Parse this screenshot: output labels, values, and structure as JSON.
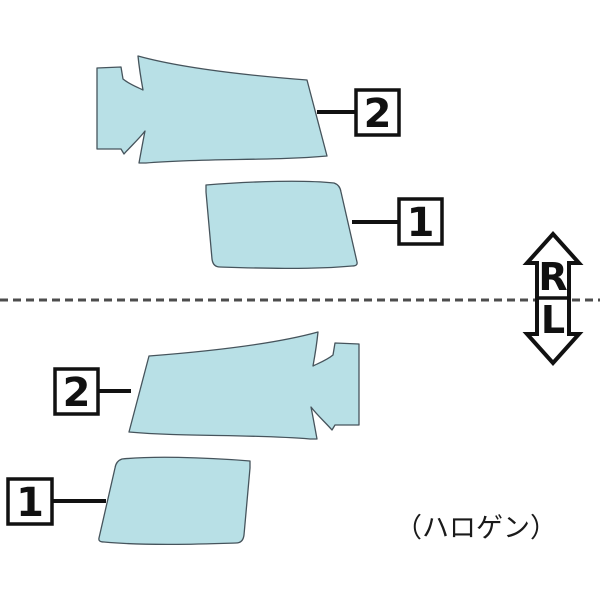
{
  "diagram": {
    "caption": "（ハロゲン）",
    "direction_indicator": {
      "up_label": "R",
      "down_label": "L"
    },
    "callouts": {
      "right_piece_2": "2",
      "right_piece_1": "1",
      "left_piece_2": "2",
      "left_piece_1": "1"
    },
    "colors": {
      "film_fill": "#b8e0e6",
      "film_outline": "#46545c",
      "ink": "#111111",
      "centerline": "#4d4d4d",
      "background": "#ffffff"
    }
  }
}
